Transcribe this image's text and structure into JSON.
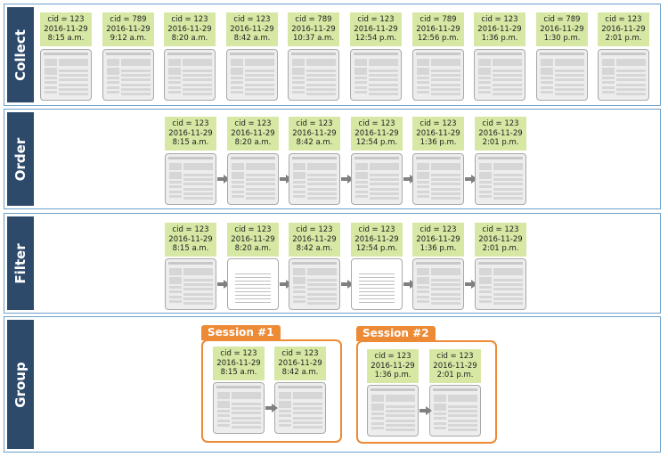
{
  "rows": {
    "collect": {
      "label": "Collect",
      "items": [
        {
          "cid": "cid = 123",
          "date": "2016-11-29",
          "time": "8:15 a.m."
        },
        {
          "cid": "cid = 789",
          "date": "2016-11-29",
          "time": "9:12 a.m."
        },
        {
          "cid": "cid = 123",
          "date": "2016-11-29",
          "time": "8:20 a.m."
        },
        {
          "cid": "cid = 123",
          "date": "2016-11-29",
          "time": "8:42 a.m."
        },
        {
          "cid": "cid = 789",
          "date": "2016-11-29",
          "time": "10:37 a.m."
        },
        {
          "cid": "cid = 123",
          "date": "2016-11-29",
          "time": "12:54 p.m."
        },
        {
          "cid": "cid = 789",
          "date": "2016-11-29",
          "time": "12:56 p.m."
        },
        {
          "cid": "cid = 123",
          "date": "2016-11-29",
          "time": "1:36 p.m."
        },
        {
          "cid": "cid = 789",
          "date": "2016-11-29",
          "time": "1:30 p.m."
        },
        {
          "cid": "cid = 123",
          "date": "2016-11-29",
          "time": "2:01 p.m."
        }
      ]
    },
    "order": {
      "label": "Order",
      "items": [
        {
          "cid": "cid = 123",
          "date": "2016-11-29",
          "time": "8:15 a.m."
        },
        {
          "cid": "cid = 123",
          "date": "2016-11-29",
          "time": "8:20 a.m."
        },
        {
          "cid": "cid = 123",
          "date": "2016-11-29",
          "time": "8:42 a.m."
        },
        {
          "cid": "cid = 123",
          "date": "2016-11-29",
          "time": "12:54 p.m."
        },
        {
          "cid": "cid = 123",
          "date": "2016-11-29",
          "time": "1:36 p.m."
        },
        {
          "cid": "cid = 123",
          "date": "2016-11-29",
          "time": "2:01 p.m."
        }
      ]
    },
    "filter": {
      "label": "Filter",
      "items": [
        {
          "cid": "cid = 123",
          "date": "2016-11-29",
          "time": "8:15 a.m.",
          "blank": false
        },
        {
          "cid": "cid = 123",
          "date": "2016-11-29",
          "time": "8:20 a.m.",
          "blank": true
        },
        {
          "cid": "cid = 123",
          "date": "2016-11-29",
          "time": "8:42 a.m.",
          "blank": false
        },
        {
          "cid": "cid = 123",
          "date": "2016-11-29",
          "time": "12:54 p.m.",
          "blank": true
        },
        {
          "cid": "cid = 123",
          "date": "2016-11-29",
          "time": "1:36 p.m.",
          "blank": false
        },
        {
          "cid": "cid = 123",
          "date": "2016-11-29",
          "time": "2:01 p.m.",
          "blank": false
        }
      ]
    },
    "group": {
      "label": "Group",
      "sessions": [
        {
          "title": "Session #1",
          "items": [
            {
              "cid": "cid = 123",
              "date": "2016-11-29",
              "time": "8:15 a.m."
            },
            {
              "cid": "cid = 123",
              "date": "2016-11-29",
              "time": "8:42 a.m."
            }
          ]
        },
        {
          "title": "Session #2",
          "items": [
            {
              "cid": "cid = 123",
              "date": "2016-11-29",
              "time": "1:36 p.m."
            },
            {
              "cid": "cid = 123",
              "date": "2016-11-29",
              "time": "2:01 p.m."
            }
          ]
        }
      ]
    }
  },
  "icons": {
    "page": "webpage-thumbnail-icon",
    "arrow": "right-arrow-icon"
  },
  "colors": {
    "label_bg": "#2e4a6b",
    "row_border": "#6da0c8",
    "tag_bg": "#d6e8a4",
    "session": "#ec8a35",
    "arrow": "#808080"
  }
}
